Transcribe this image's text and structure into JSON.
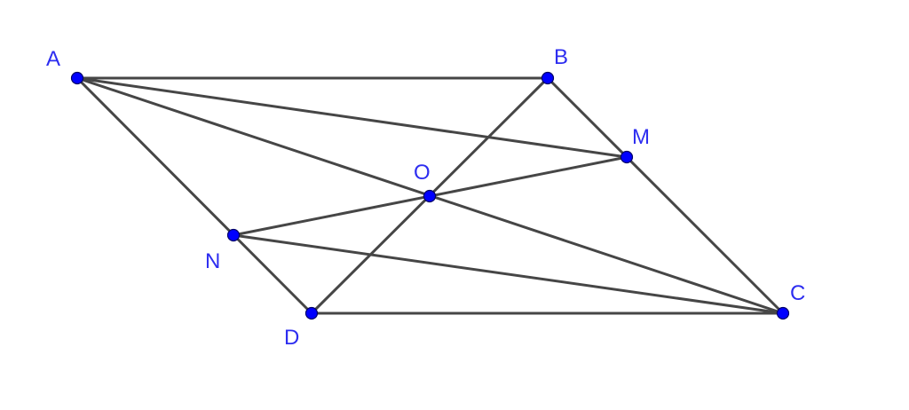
{
  "diagram": {
    "points": [
      {
        "id": "A",
        "label": "A"
      },
      {
        "id": "B",
        "label": "B"
      },
      {
        "id": "C",
        "label": "C"
      },
      {
        "id": "D",
        "label": "D"
      },
      {
        "id": "M",
        "label": "M"
      },
      {
        "id": "N",
        "label": "N"
      },
      {
        "id": "O",
        "label": "O"
      }
    ],
    "segments": [
      [
        "A",
        "B"
      ],
      [
        "B",
        "C"
      ],
      [
        "C",
        "D"
      ],
      [
        "D",
        "A"
      ],
      [
        "B",
        "D"
      ],
      [
        "A",
        "C"
      ],
      [
        "A",
        "M"
      ],
      [
        "M",
        "N"
      ],
      [
        "N",
        "C"
      ]
    ],
    "colors": {
      "line": "#464646",
      "point": "#0000ff",
      "label": "#2d2df0"
    }
  }
}
